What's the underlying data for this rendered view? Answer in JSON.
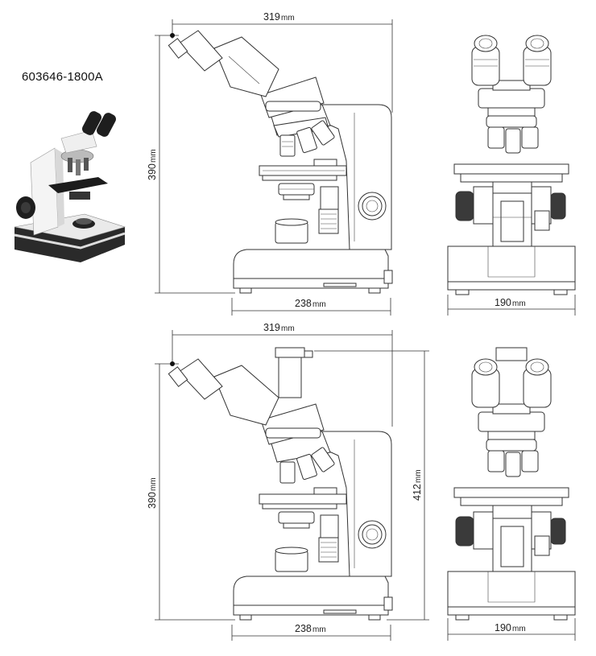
{
  "model": "603646-1800A",
  "binocular": {
    "side": {
      "width": "319",
      "height": "390",
      "base": "238",
      "unit": "mm"
    },
    "front": {
      "base": "190",
      "unit": "mm"
    }
  },
  "trinocular": {
    "side": {
      "width": "319",
      "height": "390",
      "total_height": "412",
      "base": "238",
      "unit": "mm"
    },
    "front": {
      "base": "190",
      "unit": "mm"
    }
  },
  "colors": {
    "line": "#333333",
    "photo_body": "#f2f2f2",
    "photo_dark": "#222222"
  }
}
